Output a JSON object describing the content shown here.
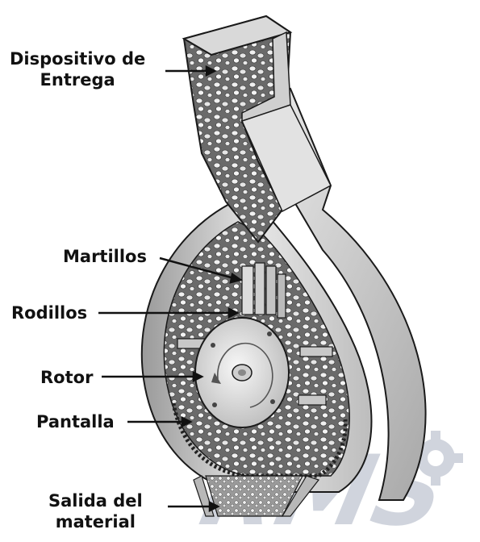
{
  "labels": {
    "delivery_device": "Dispositivo de\nEntrega",
    "hammers": "Martillos",
    "rollers": "Rodillos",
    "rotor": "Rotor",
    "screen": "Pantalla",
    "material_outlet": "Salida del\nmaterial"
  },
  "watermark": {
    "text": "RMS",
    "color": "#c8cdd8"
  },
  "colors": {
    "housing_light": "#e8e8e8",
    "housing_mid": "#c6c6c6",
    "housing_dark": "#8a8a8a",
    "interior": "#5a5a5a",
    "particles": "#f2f2f2",
    "outline": "#1a1a1a"
  }
}
